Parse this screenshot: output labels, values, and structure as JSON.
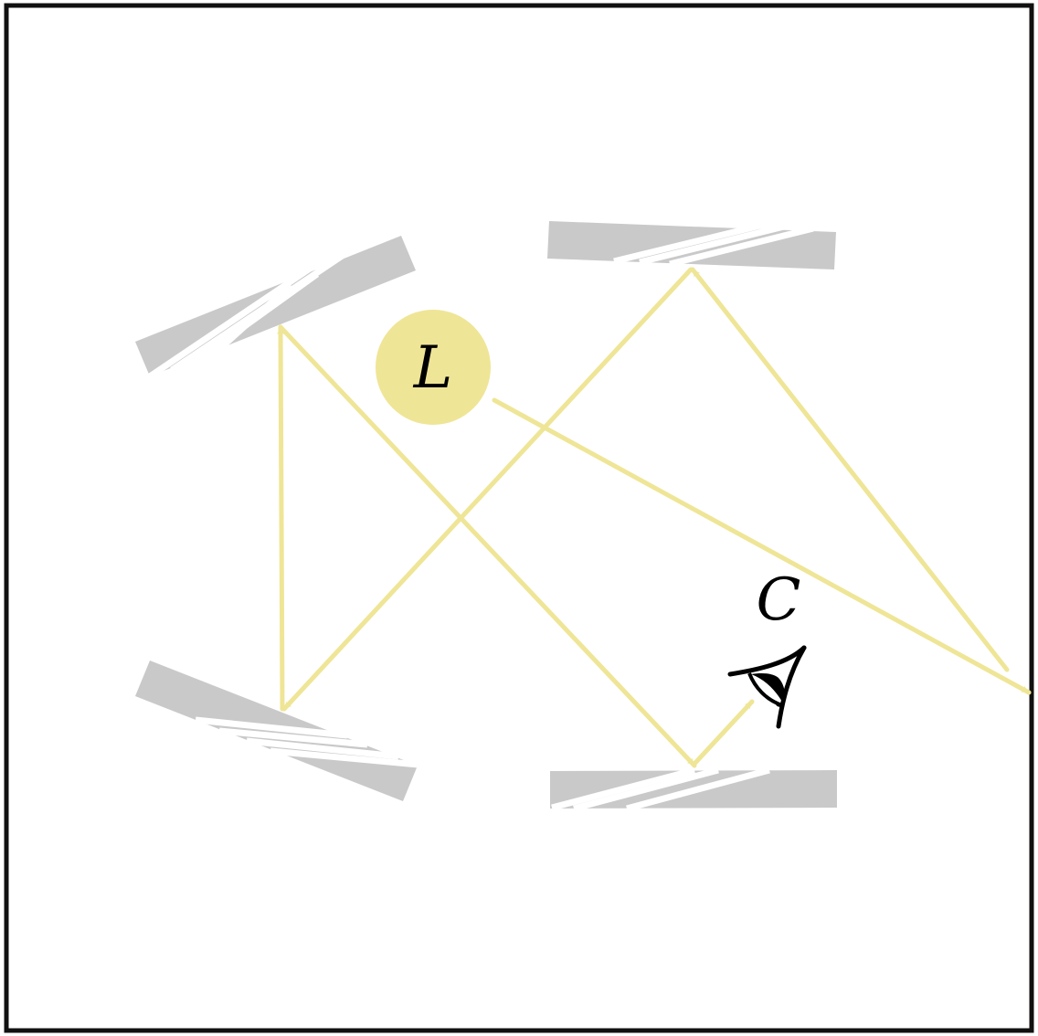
{
  "diagram": {
    "light_label": "L",
    "camera_label": "C",
    "colors": {
      "ray": "#efe596",
      "light": "#efe596",
      "surface": "#c9c9c9",
      "frame": "#111111",
      "camera": "#000000"
    },
    "icons": {
      "camera": "eye-icon",
      "light": "light-source-circle"
    },
    "surfaces": [
      "surface-top-left",
      "surface-top-right",
      "surface-bottom-left",
      "surface-bottom-right"
    ],
    "rays": [
      "light-path",
      "camera-path"
    ]
  }
}
